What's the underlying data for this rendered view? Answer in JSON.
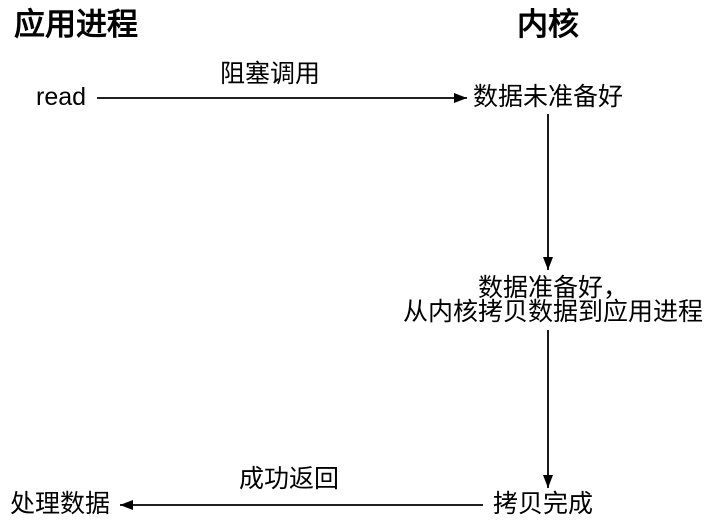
{
  "diagram": {
    "type": "flow-diagram",
    "topic": "blocking-io",
    "columns": {
      "left": "应用进程",
      "right": "内核"
    },
    "nodes": {
      "read": "read",
      "data_not_ready": "数据未准备好",
      "data_ready_line1": "数据准备好，",
      "data_ready_line2": "从内核拷贝数据到应用进程",
      "copy_complete": "拷贝完成",
      "process_data": "处理数据"
    },
    "edges": [
      {
        "from": "read",
        "to": "data_not_ready",
        "label": "阻塞调用",
        "direction": "right"
      },
      {
        "from": "data_not_ready",
        "to": "data_ready",
        "label": "",
        "direction": "down"
      },
      {
        "from": "data_ready",
        "to": "copy_complete",
        "label": "",
        "direction": "down"
      },
      {
        "from": "copy_complete",
        "to": "process_data",
        "label": "成功返回",
        "direction": "left"
      }
    ],
    "colors": {
      "background": "#ffffff",
      "stroke": "#000000",
      "text": "#000000"
    }
  }
}
